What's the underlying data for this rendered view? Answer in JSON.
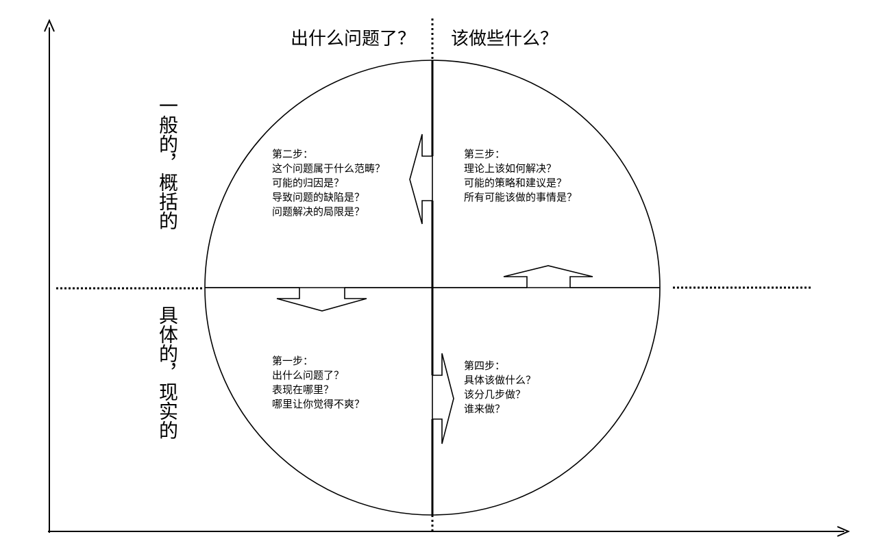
{
  "headers": {
    "left": "出什么问题了？",
    "right": "该做些什么？"
  },
  "side_labels": {
    "upper": "一般的，概括的",
    "lower": "具体的，现实的"
  },
  "steps": {
    "step1": {
      "title": "第一步：",
      "lines": [
        "出什么问题了？",
        "表现在哪里？",
        "哪里让你觉得不爽？"
      ]
    },
    "step2": {
      "title": "第二步：",
      "lines": [
        "这个问题属于什么范畴？",
        "可能的归因是？",
        "导致问题的缺陷是？",
        "问题解决的局限是？"
      ]
    },
    "step3": {
      "title": "第三步：",
      "lines": [
        "理论上该如何解决？",
        "可能的策略和建议是？",
        "所有可能该做的事情是？"
      ]
    },
    "step4": {
      "title": "第四步：",
      "lines": [
        "具体该做什么？",
        "该分几步做？",
        "谁来做？"
      ]
    }
  }
}
